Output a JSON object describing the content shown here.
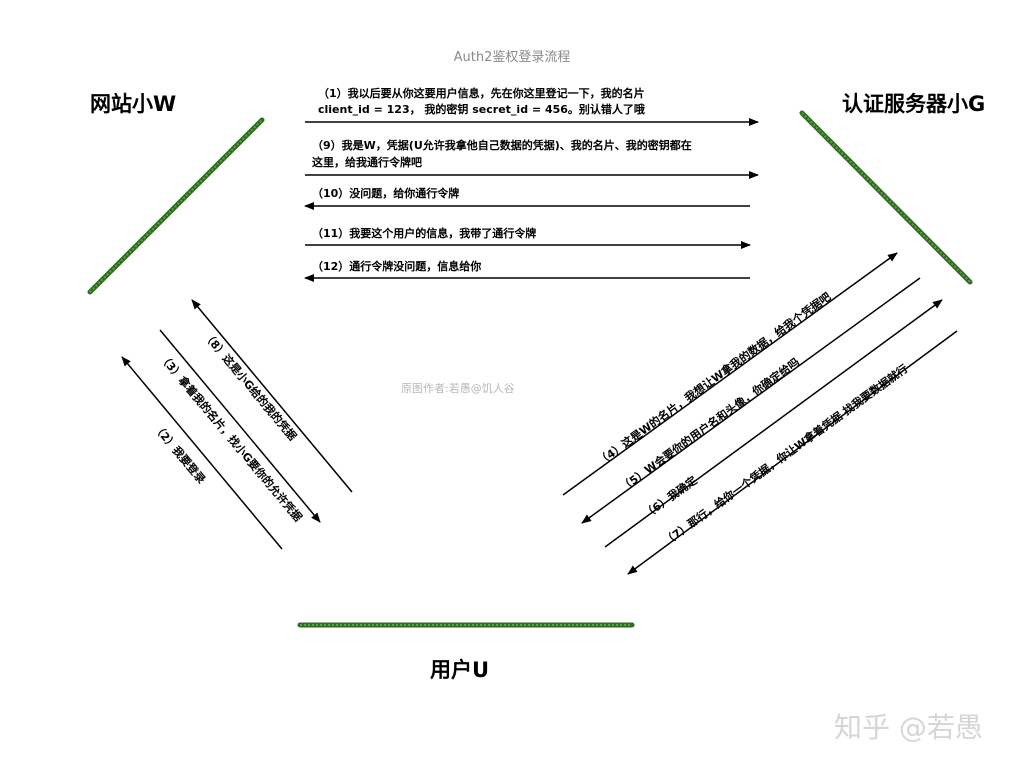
{
  "title": "Auth2鉴权登录流程",
  "actors": {
    "website": "网站小W",
    "auth_server": "认证服务器小G",
    "user": "用户U"
  },
  "messages": {
    "m1_line1": "（1）我以后要从你这要用户信息，先在你这里登记一下，我的名片",
    "m1_line2": "client_id = 123， 我的密钥 secret_id = 456。别认错人了哦",
    "m9_line1": "（9）我是W，凭据(U允许我拿他自己数据的凭据)、我的名片、我的密钥都在",
    "m9_line2": "这里，给我通行令牌吧",
    "m10": "（10）没问题，给你通行令牌",
    "m11": "（11）我要这个用户的信息，我带了通行令牌",
    "m12": "（12）通行令牌没问题，信息给你",
    "m8": "（8）这是小G给的我的凭据",
    "m3": "（3）拿着我的名片，找小G要你的允许凭据",
    "m2": "（2）我要登录",
    "m4": "（4）这是W的名片，我想让W拿我的数据，给我个凭据吧",
    "m5": "（5）W会要你的用户名和头像，你确定给吗",
    "m6": "（6）我确定",
    "m7": "（7）那行，给你一个凭据，你让W拿着凭据 找我要数据就行"
  },
  "watermarks": {
    "center": "原图作者:若愚@饥人谷",
    "corner": "知乎 @若愚"
  },
  "colors": {
    "grass": "#3a7d2a",
    "arrow": "#000000"
  }
}
